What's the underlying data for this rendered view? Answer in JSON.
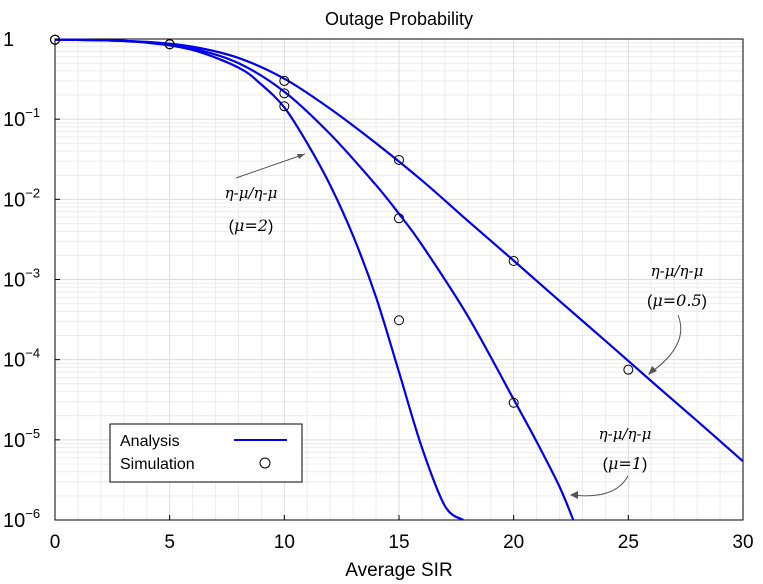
{
  "chart_data": {
    "type": "line",
    "title": "Outage Probability",
    "xlabel": "Average SIR",
    "ylabel": "",
    "xlim": [
      0,
      30
    ],
    "ylim": [
      1e-06,
      1
    ],
    "yscale": "log",
    "grid": true,
    "x_ticks": [
      0,
      5,
      10,
      15,
      20,
      25,
      30
    ],
    "y_ticks": [
      {
        "value": 1,
        "label": "1",
        "exp": ""
      },
      {
        "value": 0.1,
        "label": "10",
        "exp": "−1"
      },
      {
        "value": 0.01,
        "label": "10",
        "exp": "−2"
      },
      {
        "value": 0.001,
        "label": "10",
        "exp": "−3"
      },
      {
        "value": 0.0001,
        "label": "10",
        "exp": "−4"
      },
      {
        "value": 1e-05,
        "label": "10",
        "exp": "−5"
      },
      {
        "value": 1e-06,
        "label": "10",
        "exp": "−6"
      }
    ],
    "series": [
      {
        "label": "μ=0.5",
        "color": "#0000ee",
        "analysis": {
          "x": [
            0,
            2,
            4,
            6,
            8,
            10,
            12,
            14,
            16,
            18,
            20,
            22,
            24,
            26,
            28,
            30
          ],
          "y": [
            0.98,
            0.965,
            0.92,
            0.8,
            0.58,
            0.32,
            0.135,
            0.05,
            0.0172,
            0.0054,
            0.00172,
            0.00054,
            0.000172,
            5.4e-05,
            1.72e-05,
            5.4e-06
          ]
        },
        "simulation": {
          "x": [
            0,
            5,
            10,
            15,
            20,
            25
          ],
          "y": [
            0.98,
            0.86,
            0.3,
            0.031,
            0.0017,
            7.5e-05
          ]
        }
      },
      {
        "label": "μ=1",
        "color": "#0000ee",
        "analysis": {
          "x": [
            0,
            2,
            4,
            6,
            8,
            10,
            12,
            14,
            15,
            16,
            18,
            20,
            21,
            22,
            22.6
          ],
          "y": [
            0.98,
            0.965,
            0.91,
            0.76,
            0.5,
            0.22,
            0.065,
            0.015,
            0.0066,
            0.0027,
            0.00035,
            3.2e-05,
            9.5e-06,
            2.6e-06,
            1e-06
          ]
        },
        "simulation": {
          "x": [
            0,
            5,
            10,
            15,
            20
          ],
          "y": [
            0.98,
            0.86,
            0.21,
            0.0058,
            2.9e-05
          ]
        }
      },
      {
        "label": "μ=2",
        "color": "#0000ee",
        "analysis": {
          "x": [
            0,
            2,
            4,
            6,
            8,
            9,
            10,
            11,
            12,
            13,
            14,
            15,
            16,
            17,
            17.8
          ],
          "y": [
            0.98,
            0.965,
            0.9,
            0.73,
            0.44,
            0.27,
            0.14,
            0.05,
            0.015,
            0.0035,
            0.0006,
            7e-05,
            8e-06,
            1.5e-06,
            1e-06
          ]
        },
        "simulation": {
          "x": [
            0,
            5,
            10,
            15
          ],
          "y": [
            0.98,
            0.86,
            0.145,
            0.00031
          ]
        }
      }
    ],
    "annotations": [
      {
        "line1": "η-μ/η-μ",
        "line2": "μ=2"
      },
      {
        "line1": "η-μ/η-μ",
        "line2": "μ=1"
      },
      {
        "line1": "η-μ/η-μ",
        "line2": "μ=0.5"
      }
    ],
    "legend": {
      "placement": "bottom-left",
      "entries": [
        {
          "label": "Analysis",
          "style": "line"
        },
        {
          "label": "Simulation",
          "style": "circle"
        }
      ]
    }
  }
}
